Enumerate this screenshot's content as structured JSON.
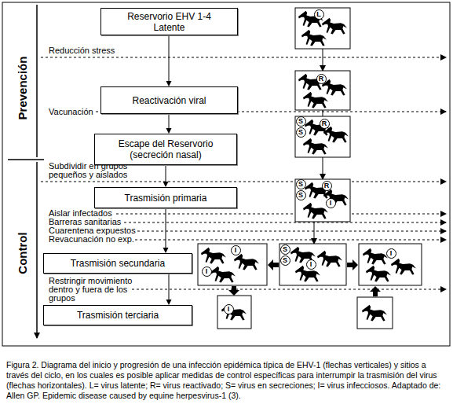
{
  "diagram": {
    "caption": "Figura 2. Diagrama del inicio y progresión de una infección epidémica típica de EHV-1 (flechas verticales) y sitios a través del ciclo, en los cuales es posible aplicar medidas de control específicas para interrumpir la trasmisión del virus (flechas horizontales). L= virus latente; R= virus reactivado; S= virus en secreciones; I= virus infecciosos. Adaptado de: Allen GP. Epidemic disease caused by equine herpesvirus-1 (3).",
    "nodes": [
      {
        "text": [
          "Reservorio EHV 1-4 Latente"
        ]
      },
      {
        "text": [
          "Reactivación viral"
        ]
      },
      {
        "text": [
          "Escape del Reservorio (secreción nasal)"
        ]
      },
      {
        "text": [
          "Trasmisión primaria"
        ]
      },
      {
        "text": [
          "Trasmisión secundaria"
        ]
      },
      {
        "text": [
          "Trasmisión terciaria"
        ]
      }
    ],
    "edges": [
      {
        "from": 0,
        "to": 1,
        "arrow": "to"
      },
      {
        "from": 1,
        "to": 2,
        "arrow": "to"
      },
      {
        "from": 2,
        "to": 3,
        "arrow": "to"
      },
      {
        "from": 3,
        "to": 4,
        "arrow": "to"
      },
      {
        "from": 4,
        "to": 5,
        "arrow": "to"
      }
    ],
    "labels": [
      "L",
      "Reducción stress",
      "Prevención",
      "R",
      "Vacunación",
      "S",
      "S",
      "R",
      "Subdividir en grupos pequeños y aislados",
      "Control",
      "S",
      "S",
      "R",
      "I",
      "Aislar infectados",
      "Barreras sanitarias",
      "Cuarentena expuestos",
      "Revacunación no exp.",
      "I",
      "I",
      "S",
      "S",
      "I",
      "I",
      "Restringir movimiento dentro y fuera de los grupos",
      "I"
    ]
  }
}
